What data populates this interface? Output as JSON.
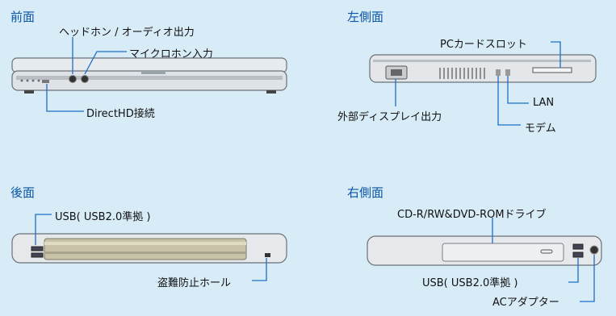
{
  "front": {
    "title": "前面",
    "headphone": "ヘッドホン / オーディオ出力",
    "mic": "マイクロホン入力",
    "directhd": "DirectHD接続"
  },
  "left": {
    "title": "左側面",
    "pccard": "PCカードスロット",
    "lan": "LAN",
    "display": "外部ディスプレイ出力",
    "modem": "モデム"
  },
  "rear": {
    "title": "後面",
    "usb": "USB( USB2.0準拠 )",
    "lock": "盗難防止ホール"
  },
  "right": {
    "title": "右側面",
    "drive": "CD-R/RW&DVD-ROMドライブ",
    "usb": "USB( USB2.0準拠 )",
    "ac": "ACアダプター"
  }
}
